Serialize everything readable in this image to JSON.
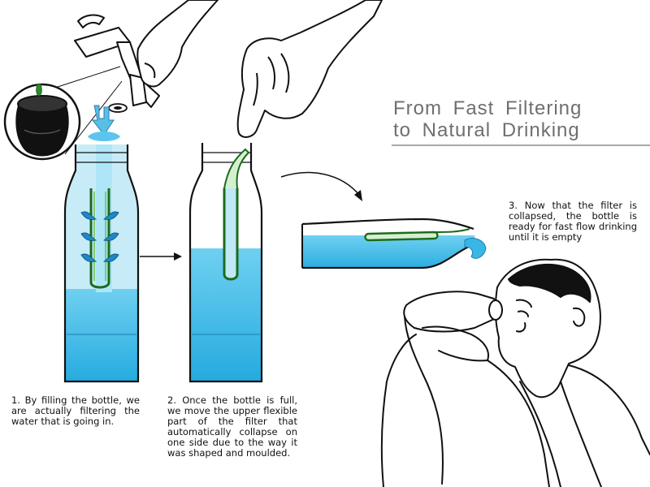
{
  "title": {
    "line1": "From Fast Filtering",
    "line2": "to Natural Drinking"
  },
  "captions": {
    "step1": "1. By filling the bottle, we are actually filtering the water that is going in.",
    "step2": "2. Once the bottle is full, we move the upper flexible part of the filter that automatically collapse on one side due to the way it was shaped and moulded.",
    "step3": "3. Now that the filter is collapsed, the bottle is ready for fast flow drinking until it is empty"
  },
  "colors": {
    "water": "#39b7e4",
    "water_light": "#a9e0f4",
    "filter_green": "#1d6b1d",
    "ink": "#111111",
    "title_gray": "#6f6f6f"
  }
}
